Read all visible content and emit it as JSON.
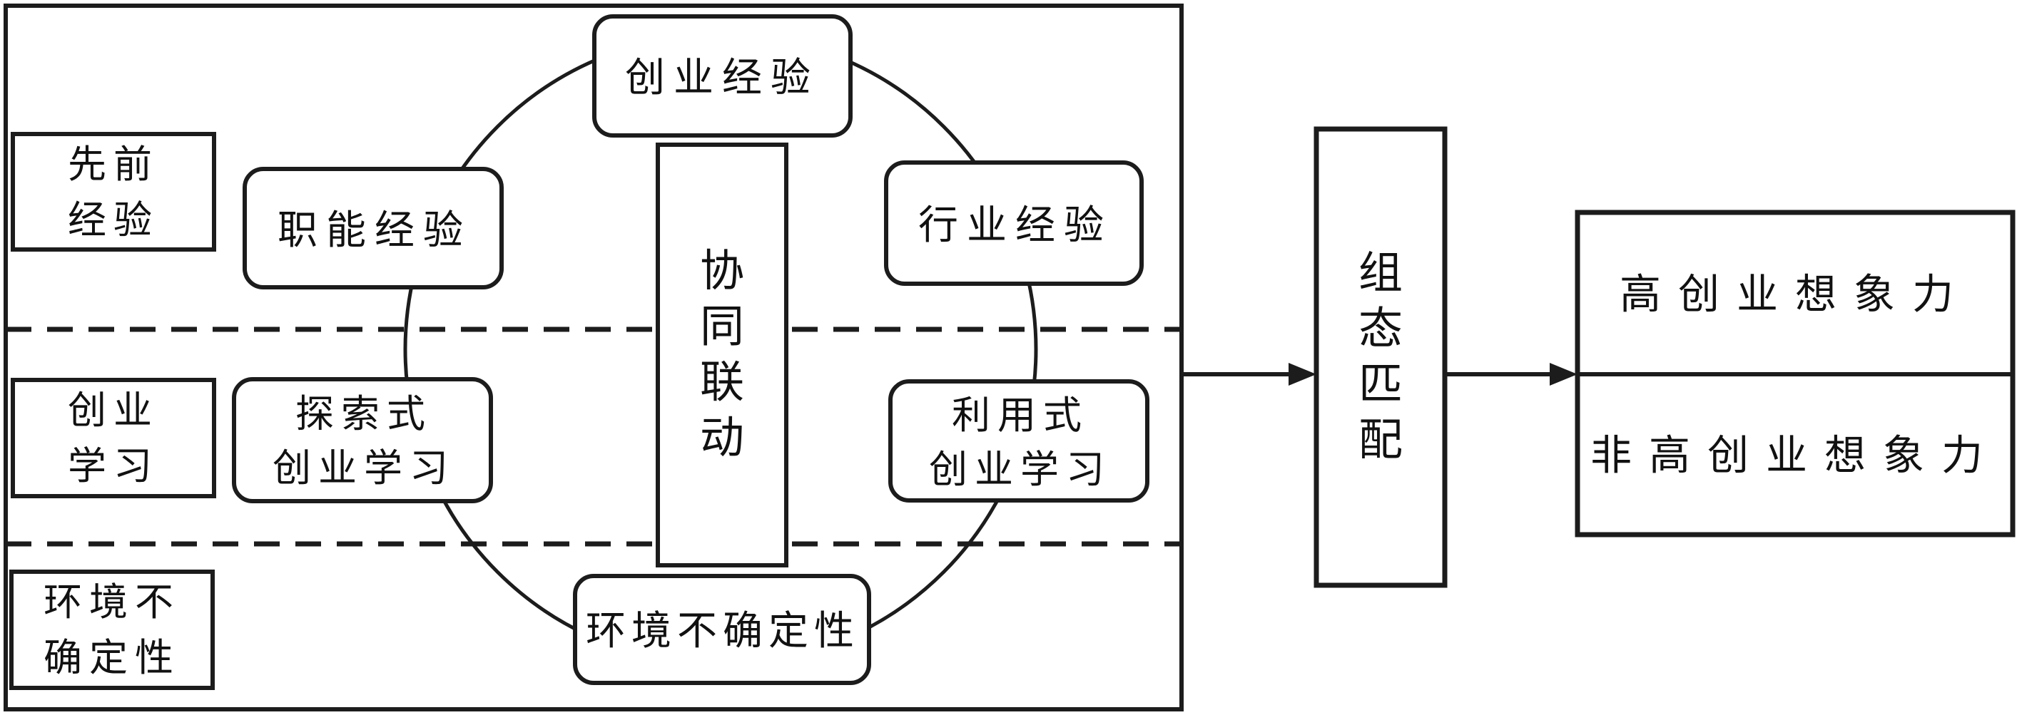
{
  "figure": {
    "background": "#ffffff",
    "stroke_color": "#1c1c1c",
    "left_panel": {
      "row_labels": [
        {
          "id": "prior-experience",
          "line1": "先前",
          "line2": "经验"
        },
        {
          "id": "entrepreneurial-learning",
          "line1": "创业",
          "line2": "学习"
        },
        {
          "id": "environmental-uncertainty",
          "line1": "环境不",
          "line2": "确定性"
        }
      ],
      "circle_nodes": {
        "top": "创业经验",
        "upper_left": "职能经验",
        "upper_right": "行业经验",
        "lower_left": {
          "line1": "探索式",
          "line2": "创业学习"
        },
        "lower_right": {
          "line1": "利用式",
          "line2": "创业学习"
        },
        "bottom": "环境不确定性"
      },
      "hub": {
        "chars": [
          "协",
          "同",
          "联",
          "动"
        ]
      }
    },
    "matching": {
      "chars": [
        "组",
        "态",
        "匹",
        "配"
      ]
    },
    "outcomes": {
      "top": "高创业想象力",
      "bottom": "非高创业想象力"
    }
  }
}
